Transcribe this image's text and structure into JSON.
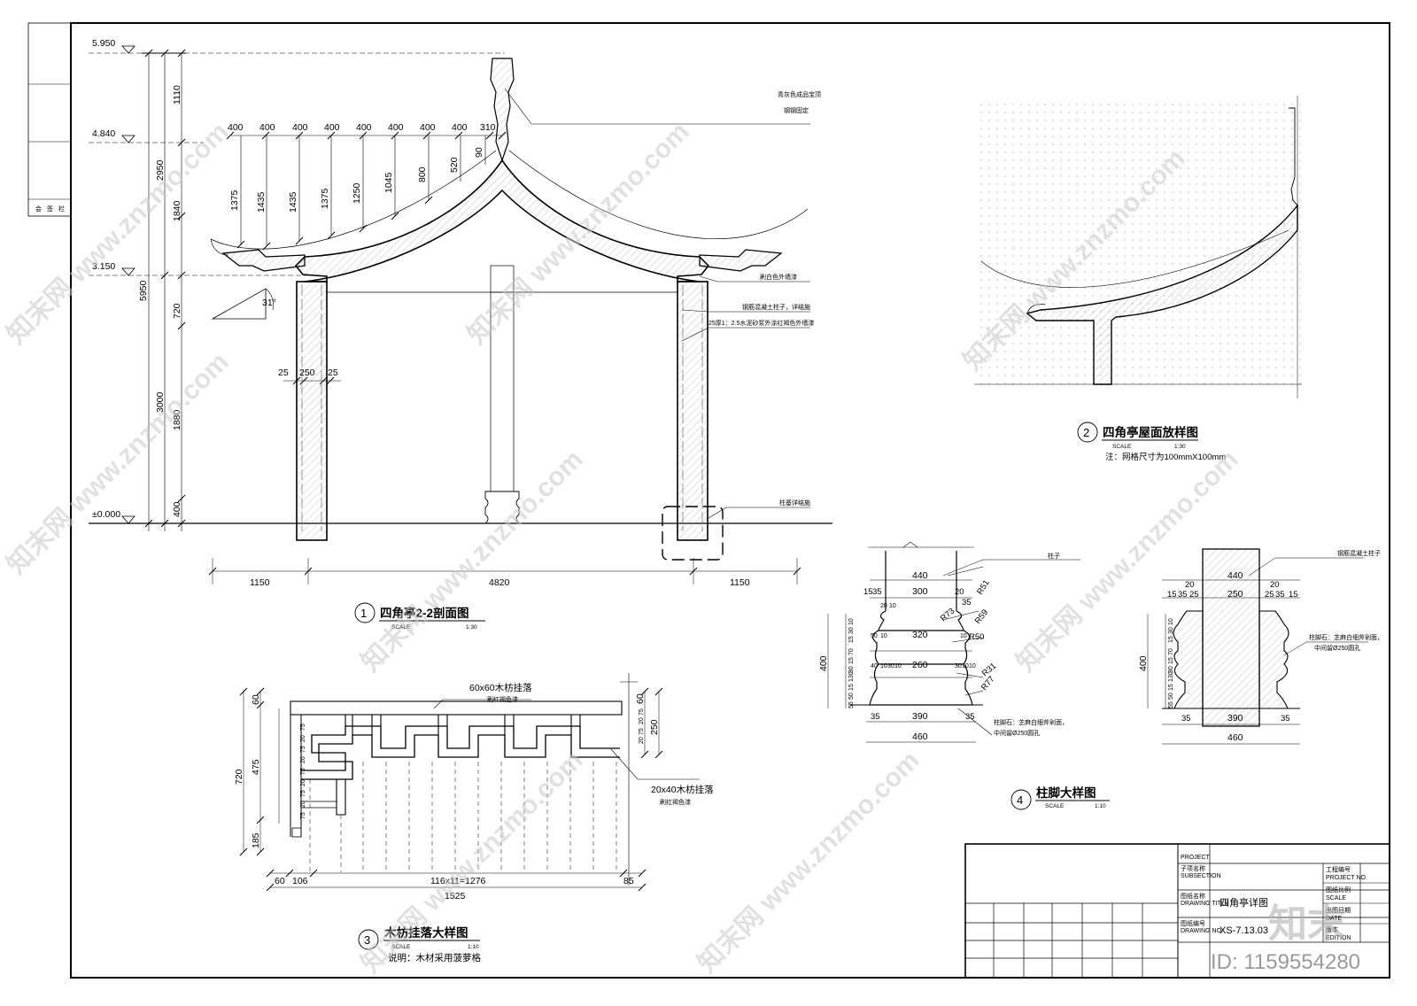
{
  "watermark": {
    "site": "知末网 www.znzmo.com",
    "logo": "知末",
    "id": "ID: 1159554280"
  },
  "elevations": [
    "5.950",
    "4.840",
    "3.150",
    "±0.000"
  ],
  "section": {
    "vertical_dims": [
      "1110",
      "2950",
      "1840",
      "5950",
      "720",
      "3000",
      "1880",
      "400"
    ],
    "top_spacing": [
      "400",
      "400",
      "400",
      "400",
      "400",
      "400",
      "400",
      "400",
      "310"
    ],
    "heights": [
      "1375",
      "1435",
      "1435",
      "1375",
      "1250",
      "1045",
      "800",
      "520",
      "90"
    ],
    "slope": "31°",
    "col_dims": [
      "25",
      "250",
      "25"
    ],
    "bottom_dims": [
      "1150",
      "4820",
      "1150"
    ],
    "notes": [
      "青灰色成品宝顶",
      "钢钢固定",
      "刷白色外墙漆",
      "钢筋混凝土柱子，详结施",
      "25厚1：2.5水泥砂浆外涂红褐色外墙漆",
      "柱基详结施"
    ],
    "title_no": "1",
    "title": "四角亭2-2剖面图",
    "scale_label": "SCALE",
    "scale": "1:30"
  },
  "roof_plan": {
    "title_no": "2",
    "title": "四角亭屋面放样图",
    "scale_label": "SCALE",
    "scale": "1:30",
    "note": "注：网格尺寸为100mmX100mm"
  },
  "gualuo": {
    "notes": [
      "60x60木枋挂落",
      "刷红褐色漆",
      "20x40木枋挂落",
      "刷红褐色漆"
    ],
    "left_dims": [
      "60",
      "475",
      "720",
      "185"
    ],
    "inner_dims": [
      "75",
      "20",
      "75",
      "20",
      "75",
      "20",
      "75",
      "20",
      "75"
    ],
    "right_dims": [
      "60",
      "75",
      "20",
      "75",
      "20",
      "250"
    ],
    "bottom_dims": [
      "60",
      "106",
      "116x11=1276",
      "85",
      "1525"
    ],
    "title_no": "3",
    "title": "木枋挂落大样图",
    "scale_label": "SCALE",
    "scale": "1:10",
    "note": "说明：木材采用菠萝格"
  },
  "base_left": {
    "top": [
      "440",
      "15",
      "35",
      "300",
      "20",
      "35"
    ],
    "rows": [
      "320",
      "260"
    ],
    "small": [
      "20",
      "10",
      "50",
      "10",
      "40",
      "10",
      "30",
      "10",
      "30",
      "10",
      "10",
      "10"
    ],
    "radii": [
      "R51",
      "R73",
      "R59",
      "R50",
      "R31",
      "R77"
    ],
    "left": [
      "10",
      "30",
      "15",
      "70",
      "15",
      "30",
      "130",
      "15",
      "50",
      "55",
      "400"
    ],
    "bottom": [
      "35",
      "390",
      "35",
      "460"
    ],
    "notes": [
      "柱子",
      "柱脚石：芝麻白细斧剁面，",
      "中间留Ø250圆孔"
    ]
  },
  "base_right": {
    "top": [
      "440",
      "20",
      "20",
      "15",
      "35",
      "25",
      "250",
      "25",
      "35",
      "15"
    ],
    "left": [
      "10",
      "30",
      "15",
      "70",
      "15",
      "30",
      "130",
      "15",
      "50",
      "55",
      "400"
    ],
    "bottom": [
      "35",
      "390",
      "35",
      "460"
    ],
    "notes": [
      "钢筋混凝土柱子",
      "柱脚石：芝麻白细斧剁面，",
      "中间留Ø250圆孔"
    ]
  },
  "base_title": {
    "title_no": "4",
    "title": "柱脚大样图",
    "scale_label": "SCALE",
    "scale": "1:10"
  },
  "title_block": {
    "project": "PROJECT",
    "subsection_cn": "子项名称",
    "subsection": "SUBSECTION",
    "drawing_title_cn": "图纸名称",
    "drawing_title": "DRAWING TITLE",
    "drawing_title_value": "四角亭详图",
    "drawing_no_cn": "图纸编号",
    "drawing_no": "DRAWING NO.",
    "drawing_no_value": "XS-7.13.03",
    "project_no_cn": "工程编号",
    "project_no": "PROJECT NO.",
    "scale_cn": "图纸比例",
    "scale": "SCALE",
    "date_cn": "出图日期",
    "date": "DATE",
    "edition_cn": "版本",
    "edition": "EDITION"
  },
  "margin_labels": [
    "会",
    "签",
    "栏"
  ]
}
